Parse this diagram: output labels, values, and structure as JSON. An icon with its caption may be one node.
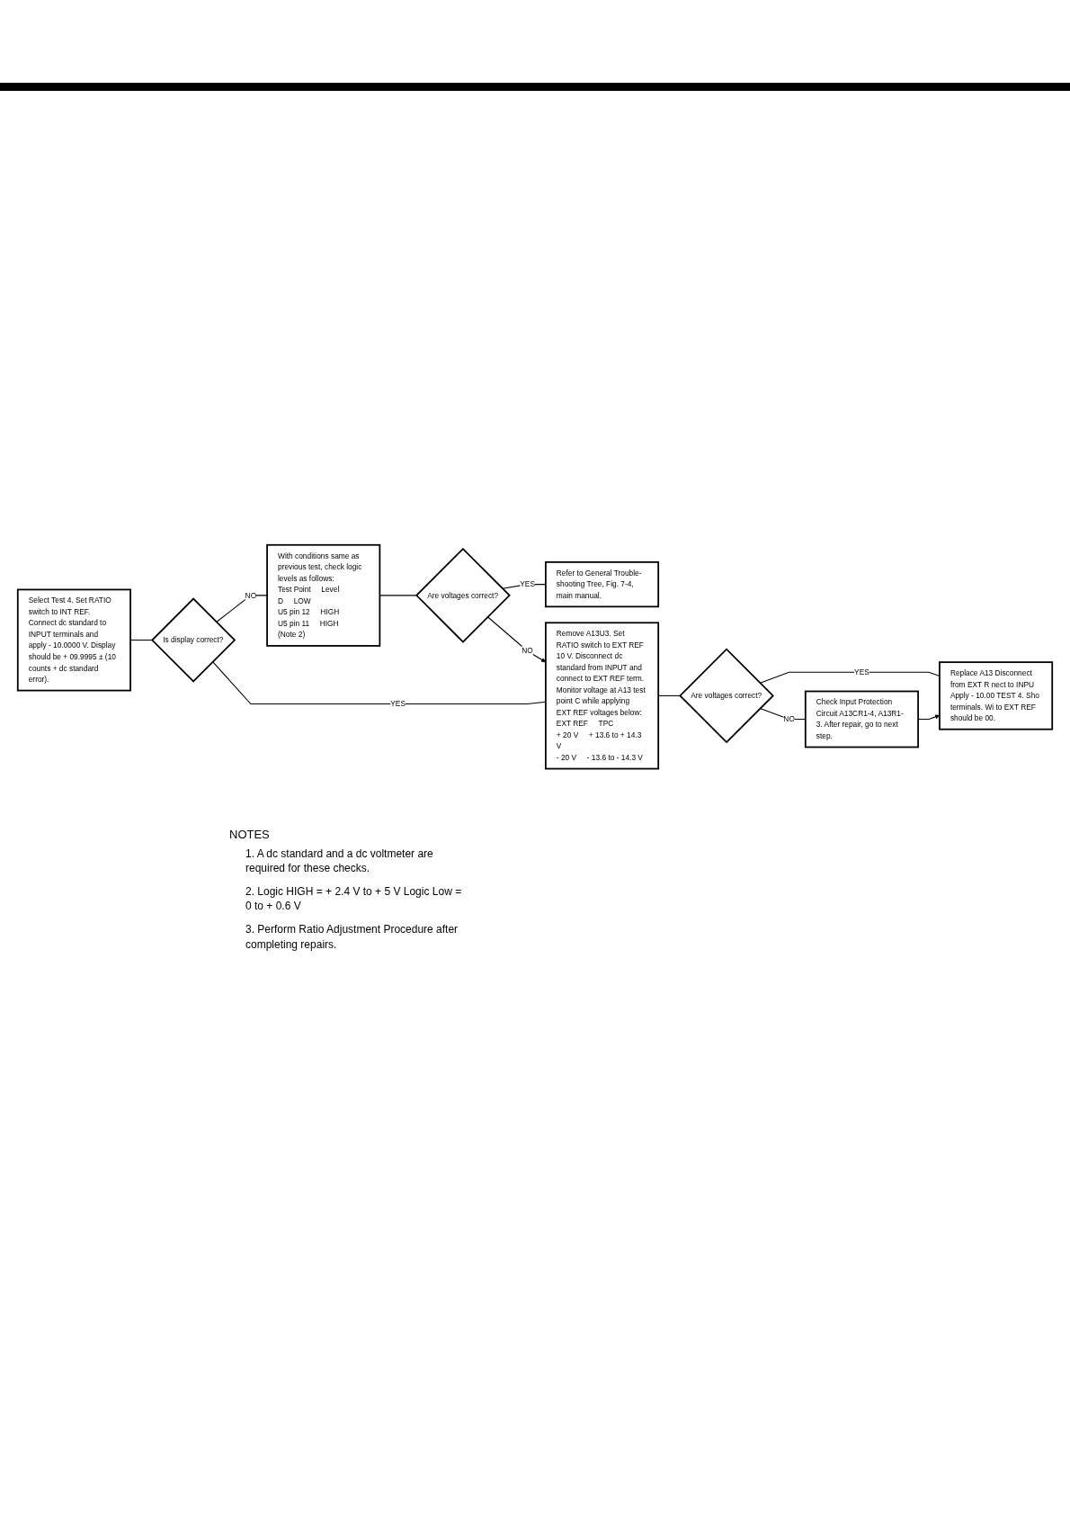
{
  "diagram": {
    "nodes": [
      {
        "text": [
          "Select Test 4. Set RATIO switch to INT REF. Connect dc standard to INPUT terminals and apply - 10.0000 V. Display should be + 09.9995 ± (10 counts + dc standard error)."
        ]
      },
      {
        "text": [
          "Is display correct?"
        ]
      },
      {
        "text": [
          "With conditions same as previous test, check logic levels as follows:",
          "Test Point",
          "Level",
          "D",
          "LOW",
          "U5 pin 12",
          "HIGH",
          "U5 pin 11",
          "HIGH",
          "(Note 2)"
        ]
      },
      {
        "text": [
          "Are voltages correct?"
        ]
      },
      {
        "text": [
          "Refer to General Trouble-shooting Tree, Fig. 7-4, main manual."
        ]
      },
      {
        "text": [
          "Remove A13U3. Set RATIO switch to EXT REF 10 V. Disconnect dc standard from INPUT and connect to EXT REF term. Monitor voltage at A13 test point C while applying EXT REF voltages below:",
          "EXT REF",
          "TPC",
          "+ 20 V",
          "+ 13.6 to + 14.3 V",
          "- 20 V",
          "- 13.6 to - 14.3 V"
        ]
      },
      {
        "text": [
          "Are voltages correct?"
        ]
      },
      {
        "text": [
          "Check Input Protection Circuit A13CR1-4, A13R1-3. After repair, go to next step."
        ]
      },
      {
        "text": [
          "Replace A13 Disconnect from EXT R nect to INPU Apply - 10.00 TEST 4. Sho terminals. Wi to EXT REF should be 00."
        ]
      }
    ],
    "edges": [
      {
        "from": 0,
        "to": 1,
        "arrow": "none"
      },
      {
        "from": 1,
        "to": 2,
        "arrow": "none",
        "label": "NO"
      },
      {
        "from": 1,
        "to": 5,
        "arrow": "none",
        "label": "YES"
      },
      {
        "from": 2,
        "to": 3,
        "arrow": "none"
      },
      {
        "from": 3,
        "to": 4,
        "arrow": "none",
        "label": "YES"
      },
      {
        "from": 3,
        "to": 5,
        "arrow": "to",
        "label": "NO"
      },
      {
        "from": 5,
        "to": 6,
        "arrow": "none"
      },
      {
        "from": 6,
        "to": 8,
        "arrow": "none",
        "label": "YES"
      },
      {
        "from": 6,
        "to": 7,
        "arrow": "none",
        "label": "NO"
      },
      {
        "from": 7,
        "to": 8,
        "arrow": "to"
      }
    ],
    "labels": [
      "NOTES",
      "1. A dc standard and a dc voltmeter are required for these checks.",
      "2. Logic HIGH = + 2.4 V to + 5 V Logic Low = 0 to + 0.6 V",
      "3. Perform Ratio Adjustment Procedure after completing repairs."
    ]
  }
}
